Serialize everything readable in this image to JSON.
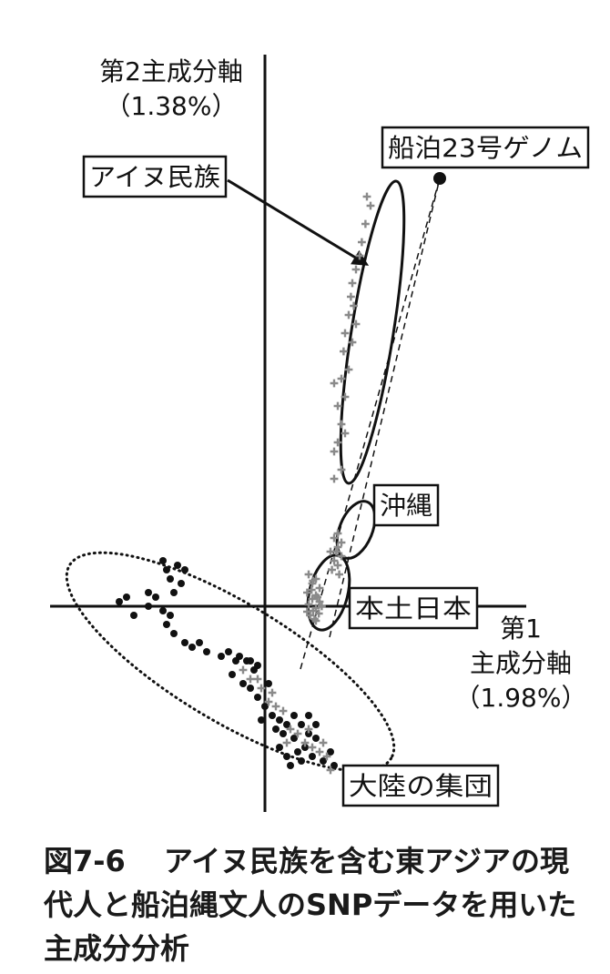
{
  "chart_data": {
    "type": "scatter",
    "title": "",
    "xlabel": "第1\n主成分軸\n（1.98%）",
    "ylabel": "第2主成分軸\n（1.38%）",
    "xlim": [
      -3.0,
      3.6
    ],
    "ylim": [
      -2.4,
      5.2
    ],
    "grid": false,
    "groups": [
      {
        "name": "アイヌ民族",
        "marker": "gray-cross",
        "ellipse": "solid",
        "points": [
          [
            1.4,
            4.5
          ],
          [
            1.45,
            4.4
          ],
          [
            1.38,
            4.2
          ],
          [
            1.33,
            4.0
          ],
          [
            1.3,
            3.85
          ],
          [
            1.25,
            3.7
          ],
          [
            1.2,
            3.55
          ],
          [
            1.18,
            3.4
          ],
          [
            1.22,
            3.3
          ],
          [
            1.15,
            3.2
          ],
          [
            1.25,
            3.1
          ],
          [
            1.1,
            3.0
          ],
          [
            1.2,
            2.9
          ],
          [
            1.08,
            2.8
          ],
          [
            1.15,
            2.6
          ],
          [
            1.05,
            2.5
          ],
          [
            0.95,
            2.45
          ],
          [
            1.1,
            2.3
          ],
          [
            1.0,
            2.2
          ],
          [
            1.05,
            2.0
          ],
          [
            1.1,
            1.9
          ],
          [
            1.0,
            1.8
          ],
          [
            0.95,
            1.7
          ],
          [
            1.05,
            1.5
          ],
          [
            0.95,
            1.4
          ]
        ]
      },
      {
        "name": "沖縄",
        "marker": "gray-cross",
        "ellipse": "solid",
        "points": [
          [
            0.95,
            0.75
          ],
          [
            1.0,
            0.8
          ],
          [
            1.05,
            0.7
          ],
          [
            0.9,
            0.6
          ],
          [
            1.0,
            0.65
          ],
          [
            1.05,
            0.55
          ],
          [
            0.95,
            0.5
          ],
          [
            1.0,
            0.45
          ],
          [
            0.92,
            0.4
          ],
          [
            1.02,
            0.35
          ],
          [
            0.98,
            0.6
          ]
        ]
      },
      {
        "name": "本土日本",
        "marker": "gray-cross",
        "ellipse": "solid",
        "points": [
          [
            0.6,
            0.35
          ],
          [
            0.7,
            0.3
          ],
          [
            0.65,
            0.25
          ],
          [
            0.75,
            0.2
          ],
          [
            0.58,
            0.15
          ],
          [
            0.7,
            0.12
          ],
          [
            0.65,
            0.08
          ],
          [
            0.75,
            0.05
          ],
          [
            0.6,
            0.02
          ],
          [
            0.7,
            -0.02
          ],
          [
            0.66,
            -0.05
          ],
          [
            0.74,
            -0.08
          ],
          [
            0.62,
            -0.1
          ],
          [
            0.68,
            -0.14
          ],
          [
            0.72,
            0.1
          ],
          [
            0.64,
            0.18
          ],
          [
            0.78,
            0.0
          ],
          [
            0.58,
            -0.06
          ],
          [
            0.66,
            0.28
          ],
          [
            0.7,
            -0.16
          ]
        ]
      },
      {
        "name": "大陸の集団",
        "marker": "black-dot",
        "ellipse": "dotted",
        "points": [
          [
            -1.4,
            0.5
          ],
          [
            -1.35,
            0.4
          ],
          [
            -1.3,
            0.3
          ],
          [
            -1.2,
            0.45
          ],
          [
            -1.1,
            0.4
          ],
          [
            -1.15,
            0.25
          ],
          [
            -1.25,
            0.15
          ],
          [
            -1.6,
            0.15
          ],
          [
            -1.5,
            0.1
          ],
          [
            -2.0,
            0.05
          ],
          [
            -1.9,
            0.1
          ],
          [
            -1.8,
            -0.1
          ],
          [
            -1.6,
            0.0
          ],
          [
            -1.4,
            -0.05
          ],
          [
            -1.3,
            -0.1
          ],
          [
            -1.35,
            -0.2
          ],
          [
            -1.25,
            -0.3
          ],
          [
            -1.1,
            -0.4
          ],
          [
            -1.0,
            -0.45
          ],
          [
            -0.9,
            -0.4
          ],
          [
            -0.8,
            -0.5
          ],
          [
            -0.6,
            -0.55
          ],
          [
            -0.5,
            -0.5
          ],
          [
            -0.4,
            -0.6
          ],
          [
            -0.35,
            -0.55
          ],
          [
            -0.25,
            -0.6
          ],
          [
            -0.15,
            -0.7
          ],
          [
            -0.1,
            -0.65
          ],
          [
            -0.45,
            -0.75
          ],
          [
            -0.3,
            -0.85
          ],
          [
            -0.2,
            -0.9
          ],
          [
            -0.1,
            -1.0
          ],
          [
            0.0,
            -1.1
          ],
          [
            0.1,
            -1.2
          ],
          [
            0.2,
            -1.25
          ],
          [
            0.3,
            -1.3
          ],
          [
            0.4,
            -1.2
          ],
          [
            0.5,
            -1.3
          ],
          [
            0.6,
            -1.4
          ],
          [
            0.7,
            -1.45
          ],
          [
            0.55,
            -1.55
          ],
          [
            0.45,
            -1.6
          ],
          [
            0.3,
            -1.65
          ],
          [
            0.2,
            -1.55
          ],
          [
            0.35,
            -1.75
          ],
          [
            0.5,
            -1.7
          ],
          [
            0.65,
            -1.65
          ],
          [
            0.8,
            -1.7
          ],
          [
            0.9,
            -1.6
          ],
          [
            0.95,
            -1.75
          ],
          [
            0.4,
            -1.45
          ],
          [
            0.25,
            -1.4
          ],
          [
            0.15,
            -1.35
          ],
          [
            0.6,
            -1.2
          ],
          [
            0.7,
            -1.3
          ],
          [
            -0.05,
            -1.25
          ],
          [
            0.05,
            -0.85
          ],
          [
            -0.2,
            -0.6
          ]
        ]
      },
      {
        "name": "大陸の集団-gray",
        "marker": "gray-cross",
        "ellipse": "none",
        "points": [
          [
            -0.3,
            -0.7
          ],
          [
            -0.2,
            -0.8
          ],
          [
            -0.05,
            -0.9
          ],
          [
            0.05,
            -1.05
          ],
          [
            0.15,
            -1.1
          ],
          [
            0.25,
            -1.15
          ],
          [
            0.35,
            -1.35
          ],
          [
            0.45,
            -1.4
          ],
          [
            0.55,
            -1.5
          ],
          [
            0.65,
            -1.55
          ],
          [
            0.75,
            -1.6
          ],
          [
            0.85,
            -1.65
          ],
          [
            0.9,
            -1.8
          ],
          [
            0.3,
            -1.5
          ],
          [
            0.1,
            -0.95
          ],
          [
            -0.1,
            -0.8
          ],
          [
            0.6,
            -1.35
          ],
          [
            0.8,
            -1.5
          ]
        ]
      },
      {
        "name": "船泊23号ゲノム",
        "marker": "large-black-dot",
        "ellipse": "none",
        "points": [
          [
            2.4,
            4.7
          ]
        ]
      }
    ],
    "annotations": [
      "船泊23号ゲノム",
      "アイヌ民族",
      "沖縄",
      "本土日本",
      "大陸の集団"
    ]
  },
  "caption": {
    "figure_number": "図7-6",
    "text": "アイヌ民族を含む東アジアの現代人と船泊縄文人のSNPデータを用いた主成分分析"
  },
  "colors": {
    "dot": "#111111",
    "cross": "#8a8a8a",
    "line": "#111111"
  }
}
